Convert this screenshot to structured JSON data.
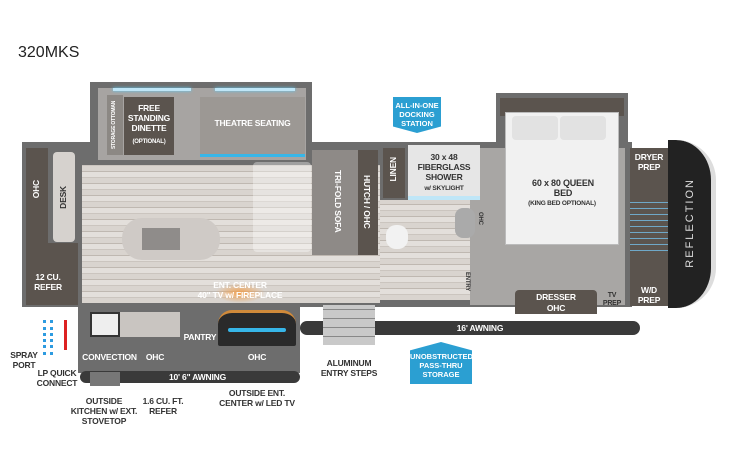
{
  "model": "320MKS",
  "brand_logo": "REFLECTION",
  "colors": {
    "accent_blue": "#2b9fd2",
    "wall": "#6d6d6d",
    "floor": "#d9d4cf",
    "carpet": "#a8a6a4"
  },
  "labels": {
    "storage_ottoman": "STORAGE OTTOMAN",
    "dinette": "FREE STANDING DINETTE",
    "dinette_note": "(OPTIONAL)",
    "theatre": "THEATRE SEATING",
    "ohc_left": "OHC",
    "desk": "DESK",
    "refer": "12 CU. REFER",
    "ent_center": "ENT. CENTER",
    "ent_center_note": "40\" TV w/ FIREPLACE",
    "sofa": "TRI-FOLD SOFA",
    "hutch": "HUTCH / OHC",
    "linen": "LINEN",
    "shower": "30 x 48 FIBERGLASS SHOWER",
    "shower_note": "w/ SKYLIGHT",
    "ohc_bath": "OHC",
    "entry": "ENTRY",
    "bed": "60 x 80 QUEEN BED",
    "bed_note": "(KING BED OPTIONAL)",
    "dryer": "DRYER PREP",
    "wd": "W/D PREP",
    "dresser": "DRESSER",
    "dresser_ohc": "OHC",
    "tv_prep": "TV PREP",
    "docking": "ALL-IN-ONE DOCKING STATION",
    "awning16": "16' AWNING",
    "passthru": "UNOBSTRUCTED PASS-THRU STORAGE",
    "steps": "ALUMINUM ENTRY STEPS",
    "convection": "CONVECTION",
    "ohc_k": "OHC",
    "pantry": "PANTRY",
    "ohc_out": "OHC",
    "spray": "SPRAY PORT",
    "lp": "LP QUICK CONNECT",
    "awning10": "10' 6\" AWNING",
    "outside_kitchen": "OUTSIDE KITCHEN w/ EXT. STOVETOP",
    "mini_refer": "1.6 CU. FT. REFER",
    "outside_ent": "OUTSIDE ENT. CENTER w/ LED TV"
  }
}
